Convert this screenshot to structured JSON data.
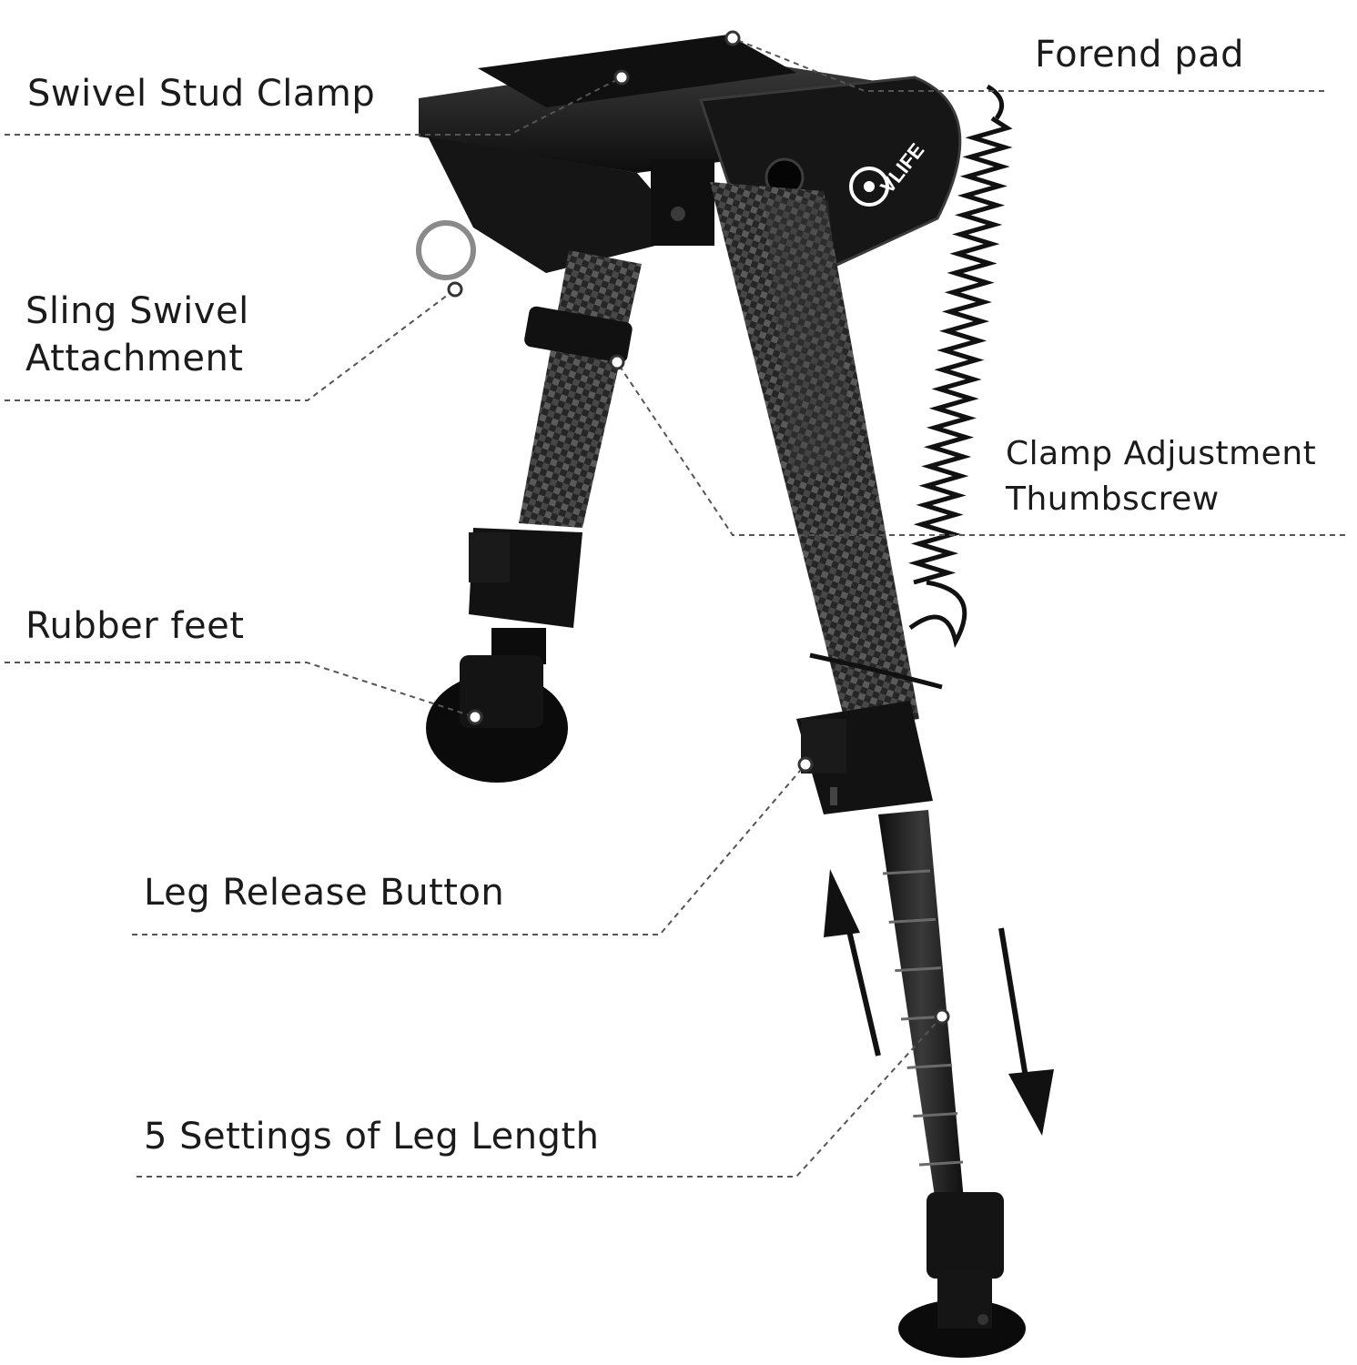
{
  "brand": {
    "logo_text": "VLIFE"
  },
  "callouts": {
    "forend_pad": "Forend pad",
    "swivel_stud_clamp": "Swivel Stud Clamp",
    "sling_swivel_line1": "Sling Swivel",
    "sling_swivel_line2": "Attachment",
    "clamp_adjust_line1": "Clamp Adjustment",
    "clamp_adjust_line2": "Thumbscrew",
    "rubber_feet": "Rubber feet",
    "leg_release_button": "Leg Release Button",
    "leg_length_settings": "5 Settings of Leg Length"
  },
  "colors": {
    "metal": "#151515",
    "metal_highlight": "#4a4a4a",
    "carbon_dark": "#2a2a2a",
    "carbon_light": "#5c5c5c",
    "leader_line": "#555555",
    "text": "#1b1b1b"
  }
}
